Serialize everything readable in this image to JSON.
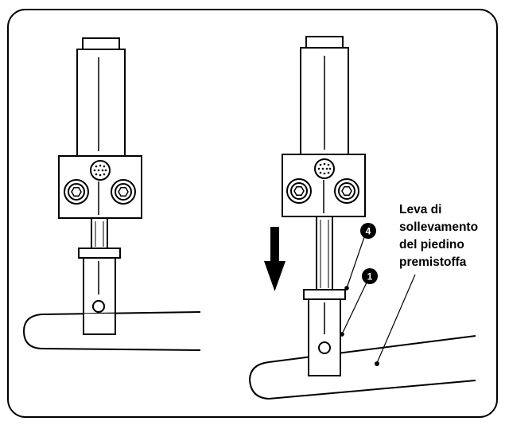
{
  "diagram": {
    "label_lines": [
      "Leva di",
      "sollevamento",
      "del piedino",
      "premistoffa"
    ],
    "callouts": [
      {
        "id": "part-4",
        "number": "4"
      },
      {
        "id": "part-1",
        "number": "1"
      }
    ],
    "arrow_direction": "down",
    "colors": {
      "line": "#000000",
      "background": "#ffffff"
    }
  }
}
